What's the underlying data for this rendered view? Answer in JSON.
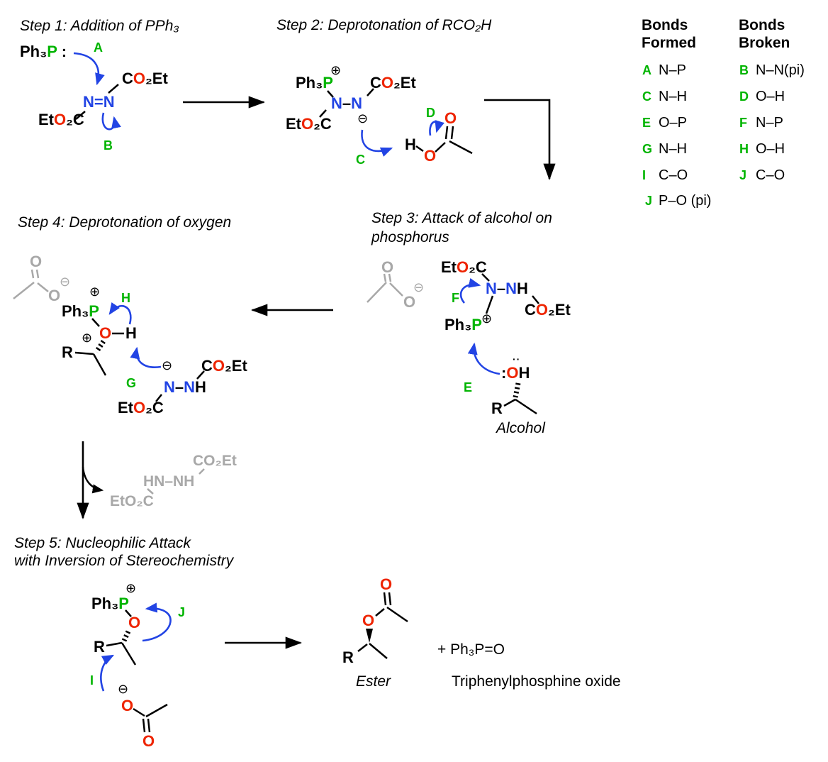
{
  "colors": {
    "green": "#00b400",
    "blue": "#2244e4",
    "red": "#ee2400",
    "gray": "#a8a8a8",
    "black": "#000000"
  },
  "symbols": {
    "plus_charge": "⊕",
    "minus_charge": "⊖",
    "lone_pair_dots": "··",
    "lone_pair_colon": ":"
  },
  "atoms": {
    "O": "O",
    "H": "H",
    "R": "R"
  },
  "formulas": {
    "ph3p_lone_pair": [
      {
        "t": "Ph₃"
      },
      {
        "t": "P",
        "c": "green"
      },
      {
        "t": " :"
      }
    ],
    "ph3p": [
      {
        "t": "Ph₃"
      },
      {
        "t": "P",
        "c": "green"
      }
    ],
    "co2et": [
      {
        "t": "C"
      },
      {
        "t": "O",
        "c": "red"
      },
      {
        "t": "₂Et"
      }
    ],
    "eto2c": [
      {
        "t": "Et"
      },
      {
        "t": "O",
        "c": "red"
      },
      {
        "t": "₂C"
      }
    ],
    "n_double_n": [
      {
        "t": "N=N",
        "c": "blue"
      }
    ],
    "n_n": [
      {
        "t": "N",
        "c": "blue"
      },
      {
        "t": "–"
      },
      {
        "t": "N",
        "c": "blue"
      }
    ],
    "n_nh": [
      {
        "t": "N",
        "c": "blue"
      },
      {
        "t": "–"
      },
      {
        "t": "N",
        "c": "blue"
      },
      {
        "t": "H"
      }
    ],
    "oh_alcohol": [
      {
        "t": ":"
      },
      {
        "t": "O",
        "c": "red"
      },
      {
        "t": "H"
      }
    ]
  },
  "steps": {
    "step1": {
      "title": "Step 1: Addition of PPh₃",
      "arrow_a": "A",
      "arrow_b": "B"
    },
    "step2": {
      "title": "Step 2: Deprotonation of RCO₂H",
      "arrow_c": "C",
      "arrow_d": "D"
    },
    "step3": {
      "title_line1": "Step 3: Attack of alcohol on",
      "title_line2": "phosphorus",
      "arrow_e": "E",
      "arrow_f": "F",
      "alcohol_label": "Alcohol"
    },
    "step4": {
      "title": "Step 4: Deprotonation of oxygen",
      "arrow_g": "G",
      "arrow_h": "H"
    },
    "step5": {
      "title_line1": "Step 5: Nucleophilic Attack",
      "title_line2": "with Inversion of Stereochemistry",
      "arrow_i": "I",
      "arrow_j": "J"
    }
  },
  "byproduct": {
    "hn_nh": "HN–NH",
    "co2et": "CO₂Et",
    "eto2c": "EtO₂C"
  },
  "products": {
    "ester_label": "Ester",
    "phosphine_oxide_formula": "+ Ph₃P=O",
    "phosphine_oxide_name": "Triphenylphosphine oxide"
  },
  "bond_table": {
    "formed": {
      "title_line1": "Bonds",
      "title_line2": "Formed",
      "rows": [
        [
          "A",
          "N–P"
        ],
        [
          "C",
          "N–H"
        ],
        [
          "E",
          "O–P"
        ],
        [
          "G",
          "N–H"
        ],
        [
          "I",
          "C–O"
        ],
        [
          "J",
          "P–O (pi)"
        ]
      ]
    },
    "broken": {
      "title_line1": "Bonds",
      "title_line2": "Broken",
      "rows": [
        [
          "B",
          "N–N(pi)"
        ],
        [
          "D",
          "O–H"
        ],
        [
          "F",
          "N–P"
        ],
        [
          "H",
          "O–H"
        ],
        [
          "J",
          "C–O"
        ]
      ]
    }
  }
}
